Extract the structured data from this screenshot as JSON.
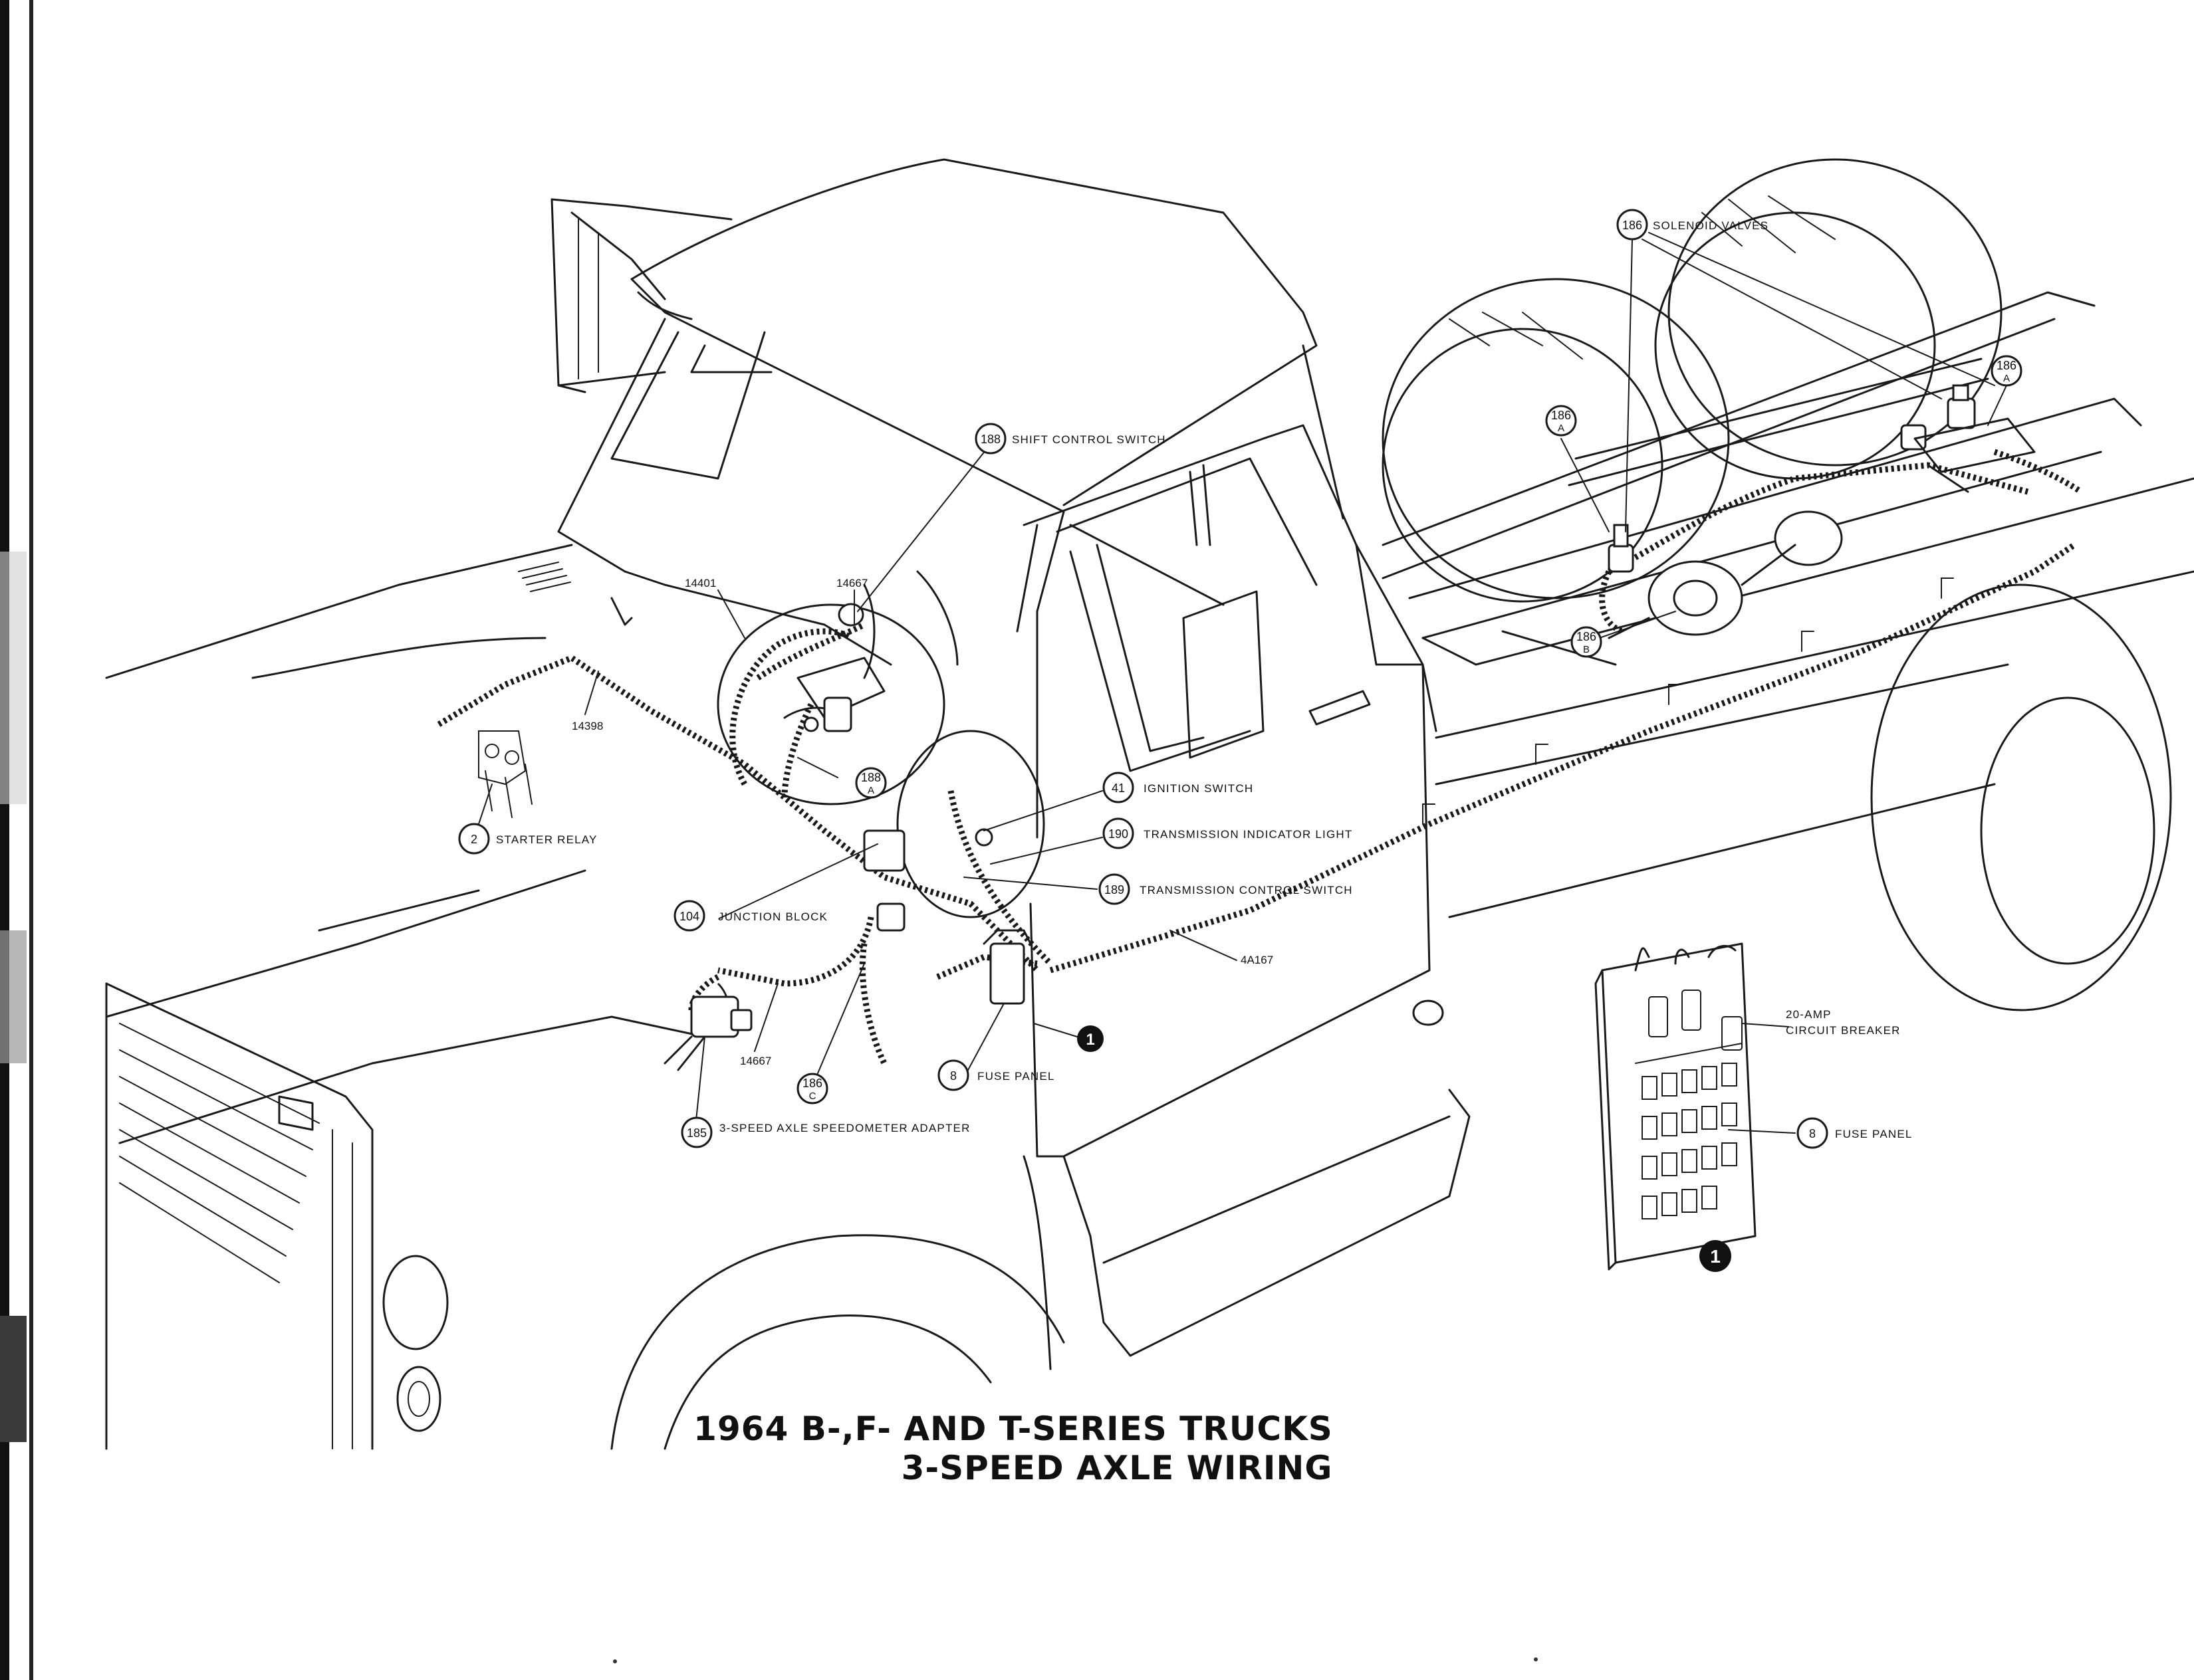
{
  "title": {
    "line1": "1964 B-,F- AND T-SERIES TRUCKS",
    "line2": "3-SPEED AXLE WIRING"
  },
  "callouts": [
    {
      "id": "solenoid-valves",
      "num": "186",
      "sub": "",
      "label": "SOLENOID VALVES"
    },
    {
      "id": "solenoid-a-right",
      "num": "186",
      "sub": "A",
      "label": ""
    },
    {
      "id": "solenoid-a-left",
      "num": "186",
      "sub": "A",
      "label": ""
    },
    {
      "id": "solenoid-b",
      "num": "186",
      "sub": "B",
      "label": ""
    },
    {
      "id": "solenoid-c",
      "num": "186",
      "sub": "C",
      "label": ""
    },
    {
      "id": "shift-control-switch",
      "num": "188",
      "sub": "",
      "label": "SHIFT CONTROL SWITCH"
    },
    {
      "id": "shift-control-a",
      "num": "188",
      "sub": "A",
      "label": ""
    },
    {
      "id": "ignition-switch",
      "num": "41",
      "sub": "",
      "label": "IGNITION SWITCH"
    },
    {
      "id": "transmission-indicator-light",
      "num": "190",
      "sub": "",
      "label": "TRANSMISSION INDICATOR LIGHT"
    },
    {
      "id": "transmission-control-switch",
      "num": "189",
      "sub": "",
      "label": "TRANSMISSION CONTROL SWITCH"
    },
    {
      "id": "junction-block",
      "num": "104",
      "sub": "",
      "label": "JUNCTION BLOCK"
    },
    {
      "id": "starter-relay",
      "num": "2",
      "sub": "",
      "label": "STARTER RELAY"
    },
    {
      "id": "fuse-panel-main",
      "num": "8",
      "sub": "",
      "label": "FUSE PANEL"
    },
    {
      "id": "speedometer-adapter",
      "num": "185",
      "sub": "",
      "label": "3-SPEED AXLE SPEEDOMETER ADAPTER"
    },
    {
      "id": "fuse-panel-detail",
      "num": "8",
      "sub": "",
      "label": "FUSE PANEL"
    }
  ],
  "part_numbers": {
    "p14401": "14401",
    "p14667_top": "14667",
    "p14398": "14398",
    "p4A167": "4A167",
    "p14667_bottom": "14667"
  },
  "detail": {
    "marker": "1",
    "breaker_line1": "20-AMP",
    "breaker_line2": "CIRCUIT BREAKER"
  }
}
